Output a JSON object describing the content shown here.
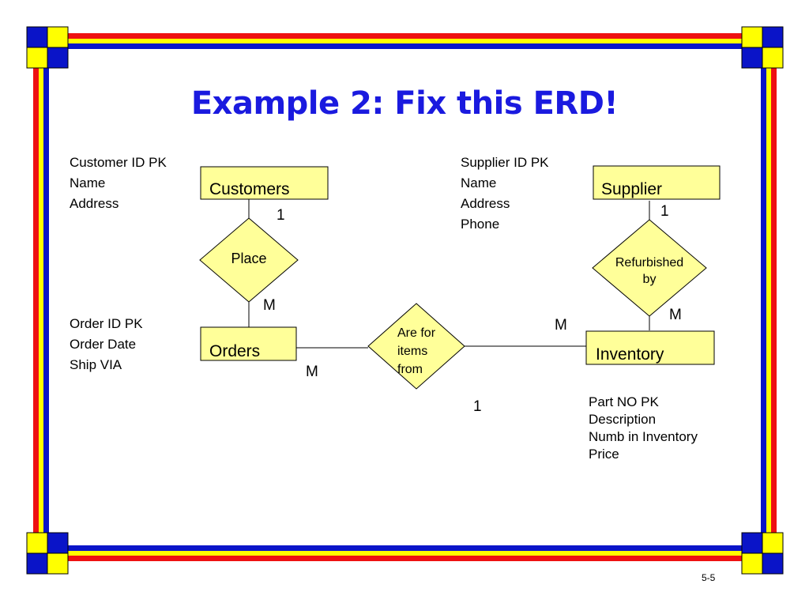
{
  "slide": {
    "title": "Example 2:  Fix this ERD!",
    "page_number": "5-5"
  },
  "colors": {
    "red": "#ee1111",
    "yellow": "#ffff00",
    "blue": "#0a14c8",
    "entity_fill": "#ffff99",
    "title": "#1a1adf"
  },
  "entities": {
    "customers": "Customers",
    "supplier": "Supplier",
    "orders": "Orders",
    "inventory": "Inventory"
  },
  "relationships": {
    "place": "Place",
    "refurbished": [
      "Refurbished",
      "by"
    ],
    "are_for": [
      "Are for",
      "items",
      "from"
    ]
  },
  "attributes": {
    "customers": [
      "Customer ID   PK",
      "Name",
      "Address"
    ],
    "supplier": [
      "Supplier  ID   PK",
      "Name",
      "Address",
      "Phone"
    ],
    "orders": [
      "Order ID   PK",
      "Order Date",
      "Ship VIA"
    ],
    "inventory": [
      "Part NO   PK",
      "Description",
      "Numb in Inventory",
      "Price"
    ]
  },
  "cardinalities": {
    "customers_place": "1",
    "place_orders": "M",
    "orders_arefor": "M",
    "arefor_inventory": "M",
    "arefor_one": "1",
    "supplier_refurb": "1",
    "refurb_inventory": "M"
  }
}
